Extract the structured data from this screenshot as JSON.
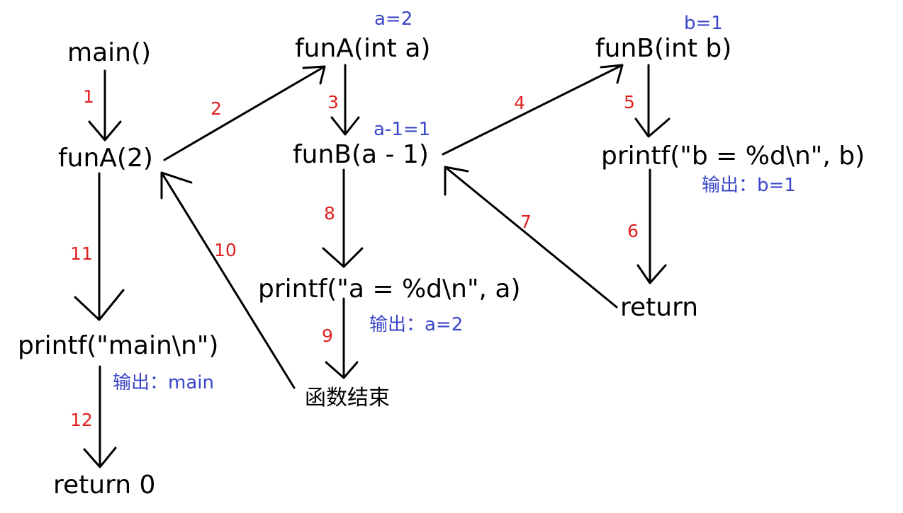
{
  "nodes": {
    "main": "main()",
    "call_funA": "funA(2)",
    "printf_main": "printf(\"main\\n\")",
    "return0": "return 0",
    "funA_def": "funA(int a)",
    "call_funB": "funB(a - 1)",
    "printf_a": "printf(\"a = %d\\n\", a)",
    "func_end": "函数结束",
    "funB_def": "funB(int b)",
    "printf_b": "printf(\"b = %d\\n\", b)",
    "return_b": "return"
  },
  "steps": [
    "1",
    "2",
    "3",
    "4",
    "5",
    "6",
    "7",
    "8",
    "9",
    "10",
    "11",
    "12"
  ],
  "notes": {
    "a_value": "a=2",
    "b_value": "b=1",
    "a_minus_1": "a-1=1",
    "output_b": "输出：b=1",
    "output_a": "输出：a=2",
    "output_main": "输出：main"
  },
  "colors": {
    "step_labels": "#e0201e",
    "notes": "#3a46c8",
    "lines": "#000000"
  }
}
